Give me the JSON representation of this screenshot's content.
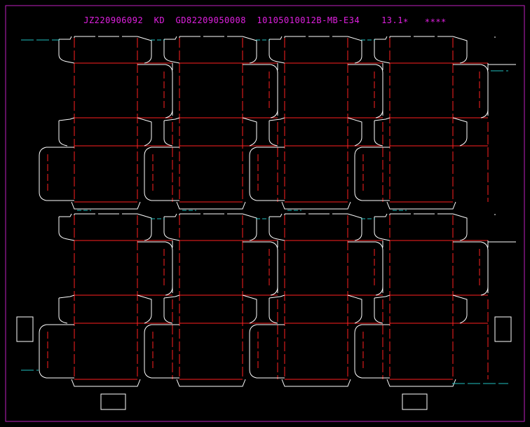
{
  "drawing": {
    "title": "JZ220906092  KD  GD82209050008  10105010012B-MB-E34    13.1∗   ∗∗∗∗"
  },
  "colors": {
    "background": "#000000",
    "frame": "#c020c0",
    "cut": "#ffffff",
    "crease": "#ff2020",
    "guide": "#20c0c0",
    "title": "#e020e0"
  },
  "layout": {
    "rows": 2,
    "columns": 4,
    "repeat_unit": "box-pair"
  }
}
